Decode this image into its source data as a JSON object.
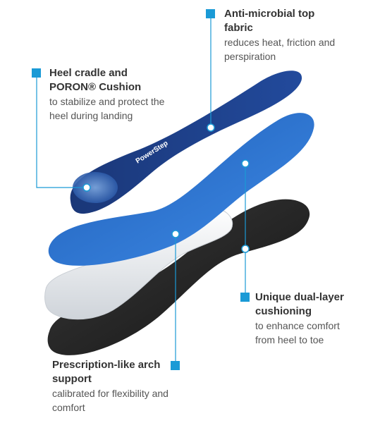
{
  "colors": {
    "accent": "#1a9ad6",
    "top_fabric": "#1c3f86",
    "cushion_blue": "#2a6fd0",
    "arch_shell": "#e9ecef",
    "base": "#2a2a2a"
  },
  "callouts": {
    "top_fabric": {
      "title": "Anti-microbial top fabric",
      "desc": "reduces heat, friction and perspiration"
    },
    "heel": {
      "title_1": "Heel cradle and",
      "title_2": "PORON® Cushion",
      "desc": "to stabilize and protect the heel during landing"
    },
    "dual_layer": {
      "title": "Unique dual-layer cushioning",
      "desc": "to enhance comfort from heel to toe"
    },
    "arch": {
      "title": "Prescription-like arch support",
      "desc": "calibrated for flexibility and comfort"
    }
  },
  "brand": {
    "logo_text": "PowerStep"
  }
}
